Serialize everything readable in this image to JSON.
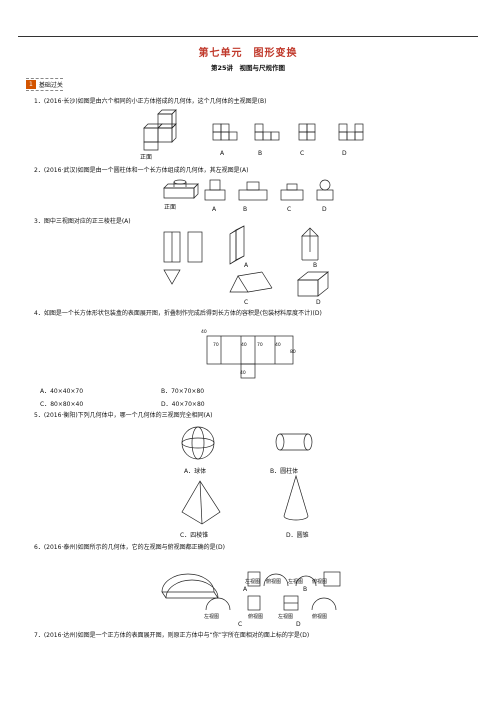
{
  "header": {
    "unit_title": "第七单元　图形变换",
    "lesson_title": "第25讲　视图与尺规作图",
    "section_number": "1",
    "section_label": "基础过关"
  },
  "q1": {
    "text": "1．(2016·长沙)如图是由六个相同的小正方体搭成的几何体，这个几何体的主视图是(B)",
    "front_label": "正面",
    "options": [
      "A",
      "B",
      "C",
      "D"
    ]
  },
  "q2": {
    "text": "2．(2016·武汉)如图是由一个圆柱体和一个长方体组成的几何体，其左视图是(A)",
    "front_label": "正面",
    "options": [
      "A",
      "B",
      "C",
      "D"
    ]
  },
  "q3": {
    "text": "3．图中三视图对应的正三棱柱是(A)",
    "options": [
      "A",
      "B",
      "C",
      "D"
    ]
  },
  "q4": {
    "text": "4．如图是一个长方体形状包装盒的表面展开图，折叠制作完成后得到长方体的容积是(包装材料厚度不计)(D)",
    "dims": {
      "d40a": "40",
      "d70a": "70",
      "d40b": "40",
      "d70b": "70",
      "d40c": "40",
      "d80": "80",
      "d40d": "40"
    },
    "choices": [
      "A．40×40×70",
      "B．70×70×80",
      "C．80×80×40",
      "D．40×70×80"
    ]
  },
  "q5": {
    "text": "5．(2016·衡阳)下列几何体中，哪一个几何体的三视图完全相同(A)",
    "options": [
      "A．球体",
      "B．圆柱体",
      "C．四棱锥",
      "D．圆锥"
    ]
  },
  "q6": {
    "text": "6．(2016·泰州)如图所示的几何体，它的左视图与俯视图都正确的是(D)",
    "view_labels": {
      "a_left": "左视图",
      "a_top": "俯视图",
      "b_left": "左视图",
      "b_top": "俯视图",
      "c_left": "左视图",
      "c_top": "俯视图",
      "d_left": "左视图",
      "d_top": "俯视图"
    },
    "options": [
      "A",
      "B",
      "C",
      "D"
    ]
  },
  "q7": {
    "text": "7．(2016·达州)如图是一个正方体的表面展开图，则原正方体中与“你”字所在面相对的面上标的字是(D)"
  }
}
